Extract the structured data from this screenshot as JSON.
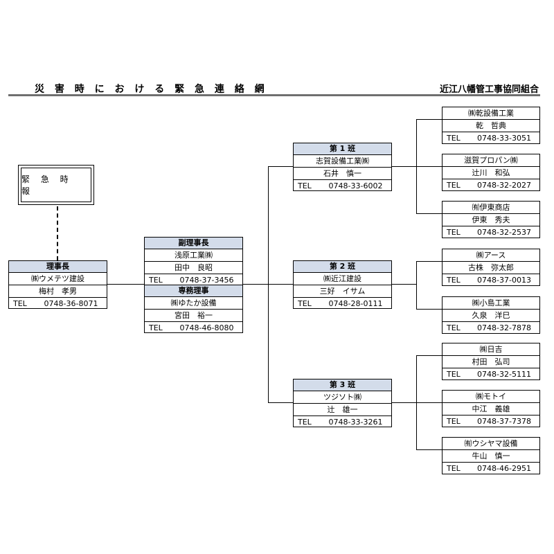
{
  "header": {
    "title": "災 害 時 に お け る 緊 急 連 絡 網",
    "organization": "近江八幡管工事協同組合"
  },
  "emergency": {
    "label": "緊 急 時 報"
  },
  "chairman": {
    "role": "理事長",
    "company": "㈱ウメテツ建設",
    "person": "梅村　孝男",
    "tel_label": "TEL",
    "tel": "0748-36-8071"
  },
  "vice": {
    "role": "副理事長",
    "company": "浅原工業㈱",
    "person": "田中　良昭",
    "tel_label": "TEL",
    "tel": "0748-37-3456"
  },
  "director": {
    "role": "専務理事",
    "company": "㈱ゆたか設備",
    "person": "宮田　裕一",
    "tel_label": "TEL",
    "tel": "0748-46-8080"
  },
  "groups": [
    {
      "name": "第 1 班",
      "company": "志賀設備工業㈱",
      "person": "石井　慎一",
      "tel_label": "TEL",
      "tel": "0748-33-6002",
      "members": [
        {
          "company": "㈱乾設備工業",
          "person": "乾　哲典",
          "tel_label": "TEL",
          "tel": "0748-33-3051"
        },
        {
          "company": "滋賀プロパン㈱",
          "person": "辻川　和弘",
          "tel_label": "TEL",
          "tel": "0748-32-2027"
        },
        {
          "company": "㈲伊東商店",
          "person": "伊東　秀夫",
          "tel_label": "TEL",
          "tel": "0748-32-2537"
        }
      ]
    },
    {
      "name": "第 2 班",
      "company": "㈱近江建設",
      "person": "三好　イサム",
      "tel_label": "TEL",
      "tel": "0748-28-0111",
      "members": [
        {
          "company": "㈱アース",
          "person": "古株　弥太郎",
          "tel_label": "TEL",
          "tel": "0748-37-0013"
        },
        {
          "company": "㈱小島工業",
          "person": "久泉　洋巳",
          "tel_label": "TEL",
          "tel": "0748-32-7878"
        }
      ]
    },
    {
      "name": "第 3 班",
      "company": "ツジソト㈱",
      "person": "辻　雄一",
      "tel_label": "TEL",
      "tel": "0748-33-3261",
      "members": [
        {
          "company": "㈱日吉",
          "person": "村田　弘司",
          "tel_label": "TEL",
          "tel": "0748-32-5111"
        },
        {
          "company": "㈱モトイ",
          "person": "中江　義雄",
          "tel_label": "TEL",
          "tel": "0748-37-7378"
        },
        {
          "company": "㈲ウシヤマ設備",
          "person": "牛山　慎一",
          "tel_label": "TEL",
          "tel": "0748-46-2951"
        }
      ]
    }
  ]
}
